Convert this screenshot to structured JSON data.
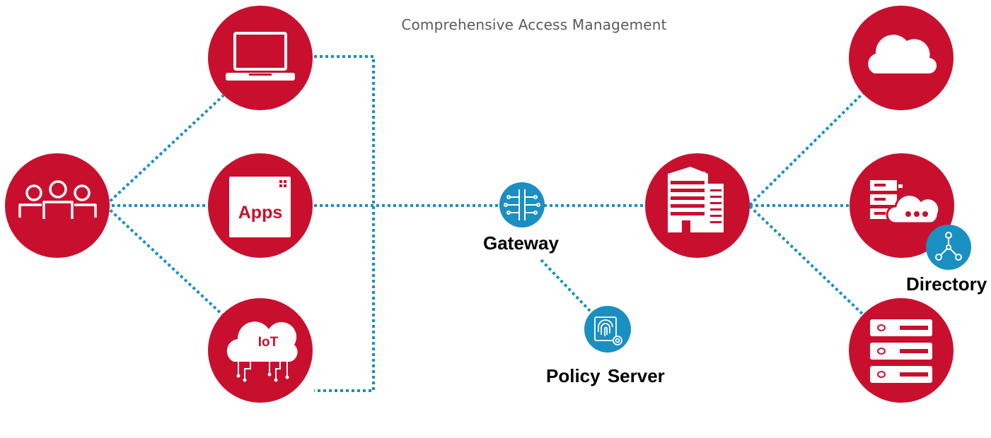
{
  "title": "Comprehensive Access Management",
  "nodes": {
    "apps": {
      "label": "Apps"
    },
    "iot": {
      "label": "IoT"
    },
    "gateway": {
      "label": "Gateway"
    },
    "policy_server": {
      "label": "Policy Server"
    },
    "directory": {
      "label": "Directory"
    }
  },
  "colors": {
    "node_red": "#c8102e",
    "link_blue": "#1a8fc2",
    "badge_blue": "#1a8fc2"
  },
  "icons": [
    "users-icon",
    "laptop-icon",
    "apps-icon",
    "iot-cloud-icon",
    "gateway-icon",
    "fingerprint-icon",
    "building-icon",
    "cloud-icon",
    "database-icon",
    "directory-network-icon",
    "server-rack-icon"
  ]
}
